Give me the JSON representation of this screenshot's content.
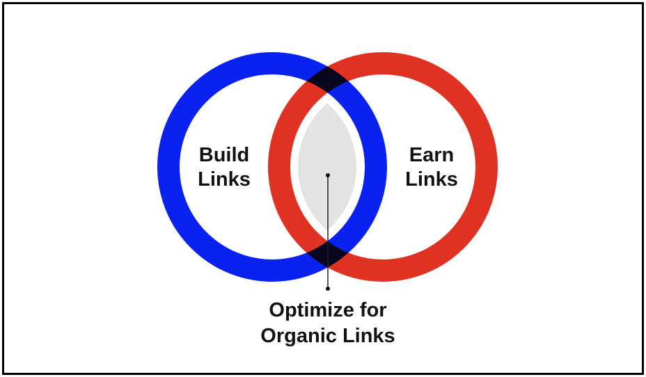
{
  "diagram": {
    "type": "venn",
    "left_circle": {
      "label_line1": "Build",
      "label_line2": "Links",
      "color": "#0a22f0"
    },
    "right_circle": {
      "label_line1": "Earn",
      "label_line2": "Links",
      "color": "#e03222"
    },
    "intersection": {
      "label_line1": "Optimize for",
      "label_line2": "Organic Links",
      "color": "#e4e4e4"
    }
  }
}
